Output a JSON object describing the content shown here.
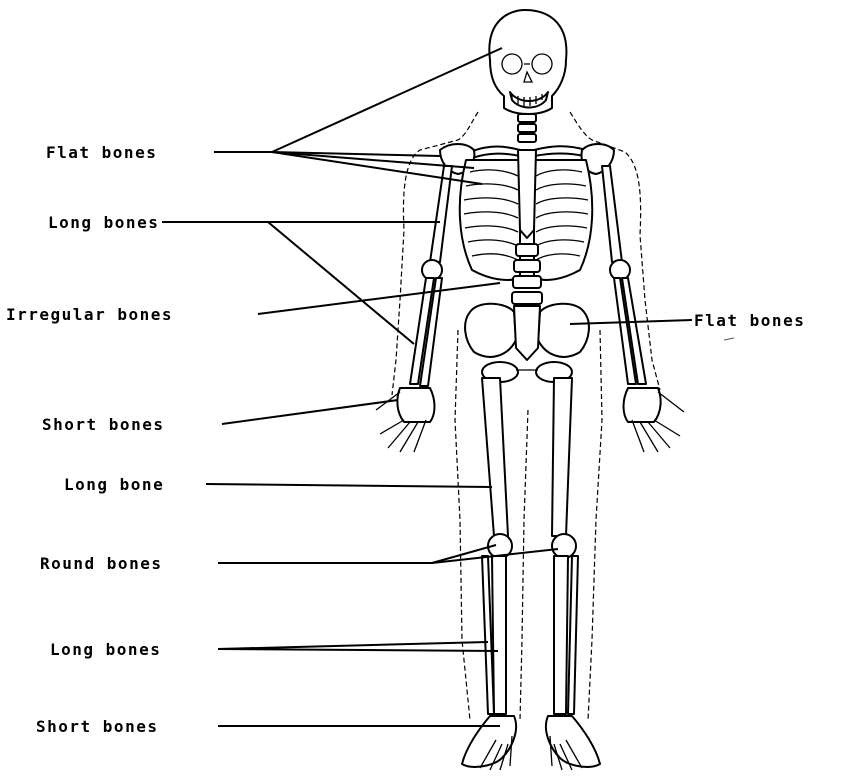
{
  "labels": {
    "flat_bones_skull": "Flat bones",
    "long_bones_arm": "Long bones",
    "irregular_bones": "Irregular bones",
    "short_bones_hand": "Short bones",
    "long_bone_leg": "Long bone",
    "round_bones": "Round bones",
    "long_bones_shin": "Long bones",
    "short_bones_foot": "Short bones",
    "flat_bones_pelvis": "Flat bones"
  }
}
